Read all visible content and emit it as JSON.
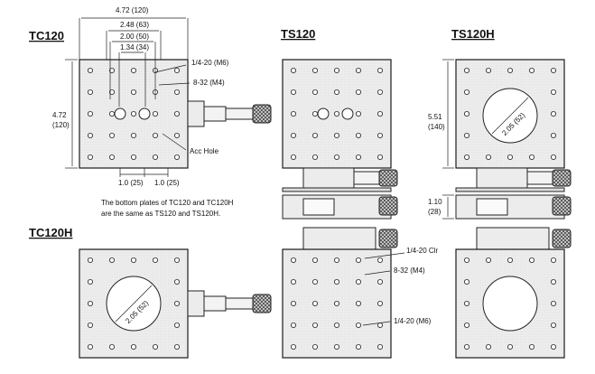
{
  "titles": {
    "tc120": "TC120",
    "ts120": "TS120",
    "ts120h": "TS120H",
    "tc120h": "TC120H"
  },
  "dimensions": {
    "w472": "4.72 (120)",
    "w248": "2.48 (63)",
    "w200": "2.00 (50)",
    "w134": "1.34 (34)",
    "h472": "4.72",
    "h472b": "(120)",
    "pitch_a": "1.0 (25)",
    "pitch_b": "1.0 (25)",
    "h551": "5.51",
    "h551b": "(140)",
    "h110": "1.10",
    "h110b": "(28)",
    "dia_ts120h": "2.05 (52)",
    "dia_tc120h": "2.05 (52)"
  },
  "callouts": {
    "m6": "1/4-20 (M6)",
    "m4": "8-32 (M4)",
    "acc_hole": "Acc Hole",
    "clr": "1/4-20 Clr",
    "m4_b": "8-32 (M4)",
    "m6_b": "1/4-20 (M6)"
  },
  "note": {
    "line1": "The bottom plates of TC120 and TC120H",
    "line2": "are the same as TS120 and TS120H."
  },
  "colors": {
    "plate": "#ececec",
    "line": "#1a1a1a",
    "knurl": "#9a9a9a"
  }
}
